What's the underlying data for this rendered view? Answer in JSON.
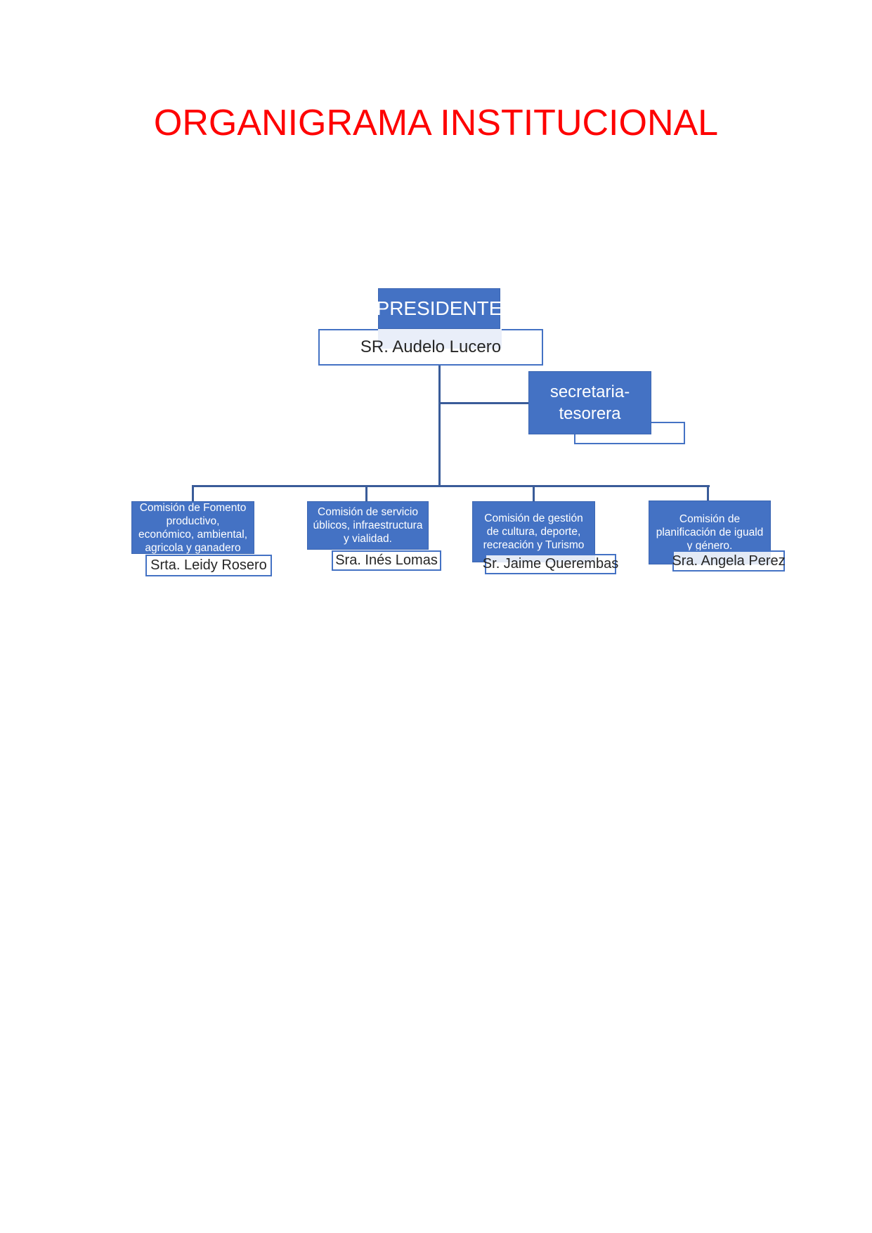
{
  "page": {
    "title": "ORGANIGRAMA INSTITUCIONAL"
  },
  "colors": {
    "title_red": "#FE0000",
    "box_fill_blue": "#4472C4",
    "connector_blue": "#3A5C99",
    "ghost_tint": "#E9EEF9",
    "dark_text": "#262626"
  },
  "org_chart": {
    "president": {
      "role": "PRESIDENTE",
      "name": "SR. Audelo Lucero"
    },
    "secretary": {
      "role": "secretaria-tesorera"
    },
    "commissions": [
      {
        "label": "Comisión de Fomento productivo, económico, ambiental, agricola y ganadero",
        "member": "Srta. Leidy Rosero"
      },
      {
        "label": "Comisión de servicio úblicos, infraestructura y vialidad.",
        "member": "Sra. Inés Lomas"
      },
      {
        "label": "Comisión de gestión de cultura, deporte, recreación y Turismo",
        "member": "Sr. Jaime Querembas"
      },
      {
        "label": "Comisión de planificación de iguald y género.",
        "member": "Sra. Angela Perez"
      }
    ]
  }
}
